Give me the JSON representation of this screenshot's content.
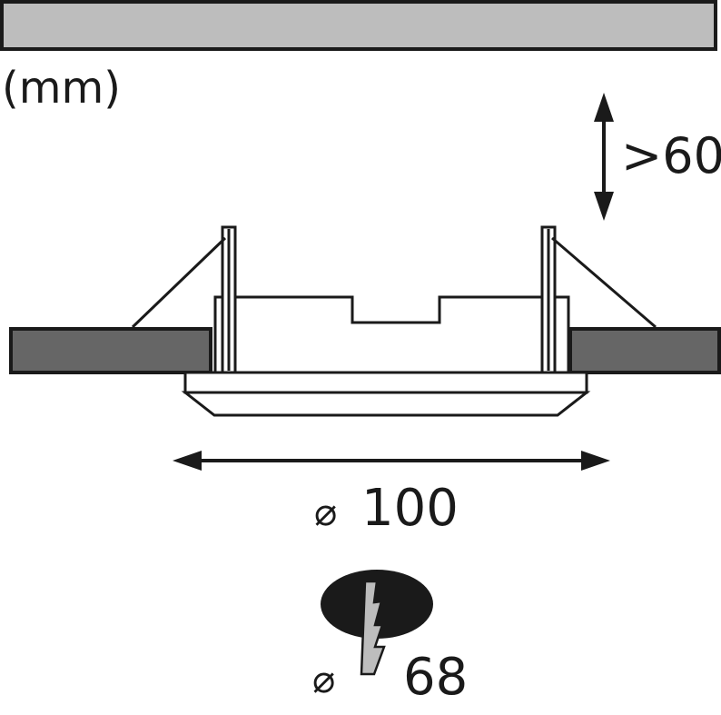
{
  "units_label": "(mm)",
  "depth": {
    "label": ">60"
  },
  "diameter": {
    "symbol": "⌀",
    "value": "100"
  },
  "cutout": {
    "symbol": "⌀",
    "value": "68"
  },
  "colors": {
    "ceiling_top": "#bdbdbd",
    "ceiling_section": "#666666",
    "outline": "#1a1a1a",
    "background": "#ffffff"
  },
  "icons": [
    "ceiling-panel",
    "recessed-spotlight-housing",
    "depth-arrow-icon",
    "width-arrow-icon",
    "cutout-hole-icon",
    "drill-icon"
  ]
}
